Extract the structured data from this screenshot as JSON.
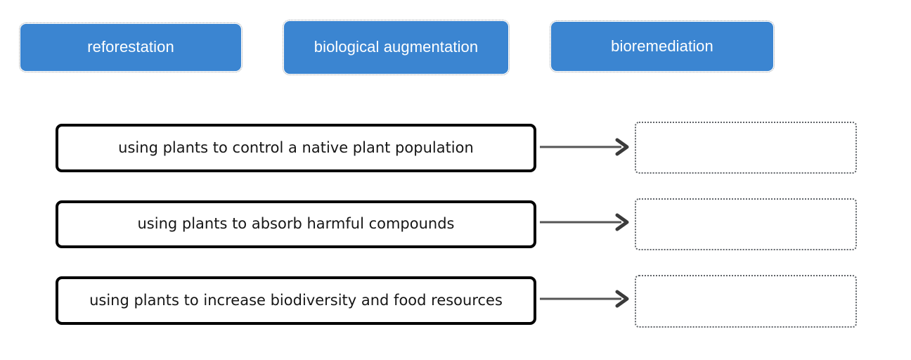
{
  "colors": {
    "chip_background": "#3b85d1",
    "chip_text": "#ffffff",
    "page_background": "#ffffff",
    "definition_border": "#000000",
    "definition_text": "#161616",
    "arrow": "#555555",
    "dropzone_border": "#5f6368"
  },
  "term_chips": [
    {
      "label": "reforestation"
    },
    {
      "label": "biological augmentation"
    },
    {
      "label": "bioremediation"
    }
  ],
  "definition_rows": [
    {
      "definition": "using plants to control a native plant population",
      "arrow_icon": "arrow-right-icon",
      "answer": ""
    },
    {
      "definition": "using plants to absorb harmful compounds",
      "arrow_icon": "arrow-right-icon",
      "answer": ""
    },
    {
      "definition": "using plants to increase biodiversity and food resources",
      "arrow_icon": "arrow-right-icon",
      "answer": ""
    }
  ]
}
